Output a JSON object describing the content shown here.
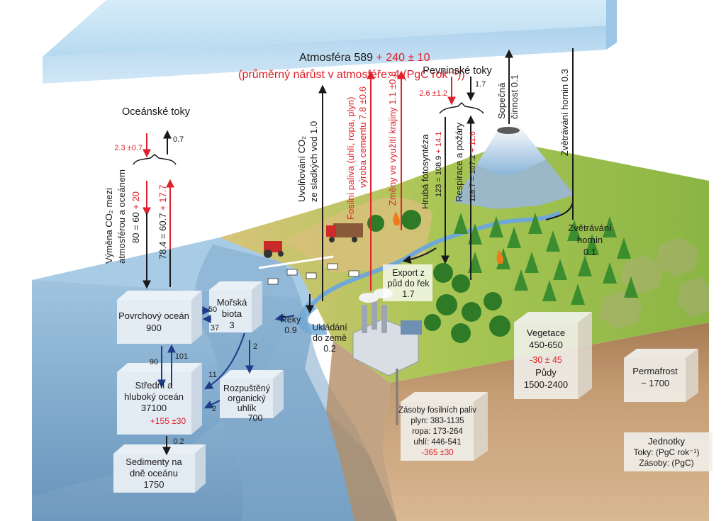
{
  "atmosphere": {
    "title_black": "Atmosféra 589",
    "title_red": " + 240 ± 10",
    "subtitle": "(průměrný nárůst v atmosféře: 4 (PgC rok⁻¹))"
  },
  "ocean_fluxes": {
    "title": "Oceánské toky",
    "down": "2.3 ±0.7",
    "up": "0.7",
    "exchange_label_1": "Výměna CO₂ mezi",
    "exchange_label_2": "atmosférou a oceánem",
    "exchange_label_3_black": "80 = 60",
    "exchange_label_3_red": " + 20",
    "up_value_black": "78.4 = 60.7",
    "up_value_red": " + 17.7"
  },
  "land_fluxes": {
    "title": "Pevninské toky",
    "down": "2.6 ±1.2",
    "up": "1.7",
    "photosynthesis_1": "Hrubá fotosyntéza",
    "photosynthesis_2_black": "123 = 108.9",
    "photosynthesis_2_red": " + 14.1",
    "respiration_1": "Respirace a požáry",
    "respiration_2_black": "118.7 = 107.2",
    "respiration_2_red": " + 11.6"
  },
  "vertical_fluxes": {
    "freshwater_1": "Uvolňování CO₂",
    "freshwater_2": "ze sladkých vod   1.0",
    "fossil_1": "Fosilní paliva (uhlí, ropa, plyn)",
    "fossil_2": "výroba cementu   7.8 ±0.6",
    "landuse": "Změny ve využití krajiny   1.1 ±0.8",
    "volcanic_1": "Sopečná",
    "volcanic_2": "činnost 0.1",
    "weathering": "Zvětrávání hornin 0.3"
  },
  "land_labels": {
    "weathering_1": "Zvětrávání",
    "weathering_2": "hornin",
    "weathering_3": "0.1",
    "export_1": "Export z",
    "export_2": "půd do řek",
    "export_3": "1.7",
    "rivers_1": "Řeky",
    "rivers_2": "0.9",
    "burial_1": "Ukládání",
    "burial_2": "do země",
    "burial_3": "0.2"
  },
  "ocean_boxes": {
    "surface_1": "Povrchový oceán",
    "surface_2": "900",
    "biota_1": "Mořská",
    "biota_2": "biota",
    "biota_3": "3",
    "deep_1": "Střední a",
    "deep_2": "hluboký oceán",
    "deep_3": "37100",
    "deep_4": "+155 ±30",
    "doc_1": "Rozpuštěný",
    "doc_2": "organický",
    "doc_3": "uhlík",
    "doc_4": "700",
    "sediments_1": "Sedimenty na",
    "sediments_2": "dně oceánu",
    "sediments_3": "1750",
    "f50": "50",
    "f37": "37",
    "f90": "90",
    "f101": "101",
    "f11": "11",
    "f2a": "2",
    "f2b": "2",
    "f02": "0.2"
  },
  "land_boxes": {
    "vegetation_1": "Vegetace",
    "vegetation_2": "450-650",
    "vegetation_3": "-30 ± 45",
    "soils_1": "Půdy",
    "soils_2": "1500-2400",
    "permafrost_1": "Permafrost",
    "permafrost_2": "~ 1700",
    "fossil_title": "Zásoby fosilních paliv",
    "fossil_gas": "plyn: 383-1135",
    "fossil_oil": "ropa: 173-264",
    "fossil_coal": "uhlí: 446-541",
    "fossil_change": "-365 ±30"
  },
  "units": {
    "title": "Jednotky",
    "fluxes": "Toky: (PgC rok⁻¹)",
    "stocks": "Zásoby: (PgC)"
  },
  "colors": {
    "anthropogenic": "#e0202a",
    "natural": "#1a1a1a",
    "ocean": "#8fb8d8",
    "atmosphere": "#bcdcf0",
    "land": "#9cc045",
    "soil": "#c9a37a",
    "arrow_ocean": "#1f3c88"
  }
}
